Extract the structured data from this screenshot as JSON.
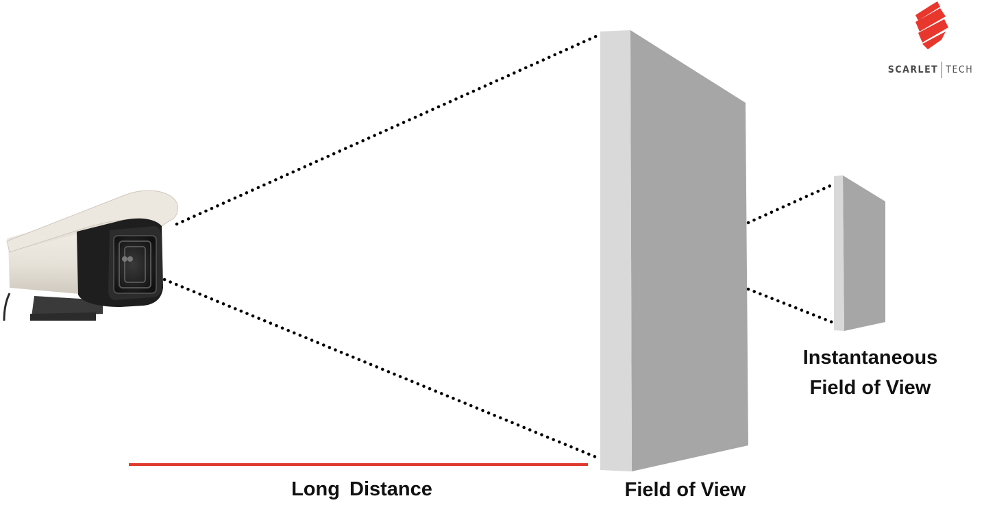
{
  "labels": {
    "long_distance": "Long  Distance",
    "field_of_view": "Field of View",
    "ifov_line1": "Instantaneous",
    "ifov_line2": "Field of View"
  },
  "logo": {
    "brand": "SCARLET",
    "suffix": "TECH",
    "icon": "scarlet-tech-logo-icon"
  },
  "colors": {
    "distance_bar": "#e03a2f",
    "logo_red": "#e8372d",
    "panel_front": "#a6a6a6",
    "panel_edge": "#d9d9d9",
    "dotted_line": "#000000"
  },
  "objects": {
    "camera": "thermal-camera-icon"
  }
}
